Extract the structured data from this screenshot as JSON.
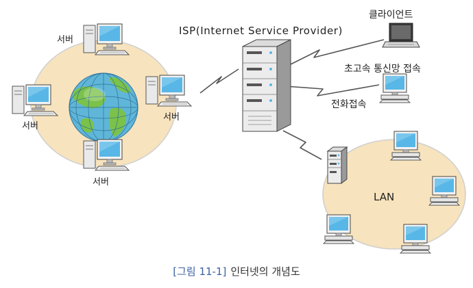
{
  "labels": {
    "server_top": "서버",
    "server_left": "서버",
    "server_right": "서버",
    "server_bottom": "서버",
    "isp": "ISP(Internet Service Provider)",
    "client": "클라이언트",
    "broadband": "초고속 통신망 접속",
    "dialup": "전화접속",
    "lan": "LAN"
  },
  "caption": {
    "figure_no": "[그림 11-1]",
    "title": "인터넷의 개념도"
  },
  "colors": {
    "ellipse_fill": "#f7e3bd",
    "ellipse_stroke": "#cfcfcf",
    "globe_ocean": "#5fb6d8",
    "globe_land": "#7bc24a",
    "screen": "#58b7e6",
    "case": "#e9e9e9",
    "caption_accent": "#3a5fa0"
  }
}
